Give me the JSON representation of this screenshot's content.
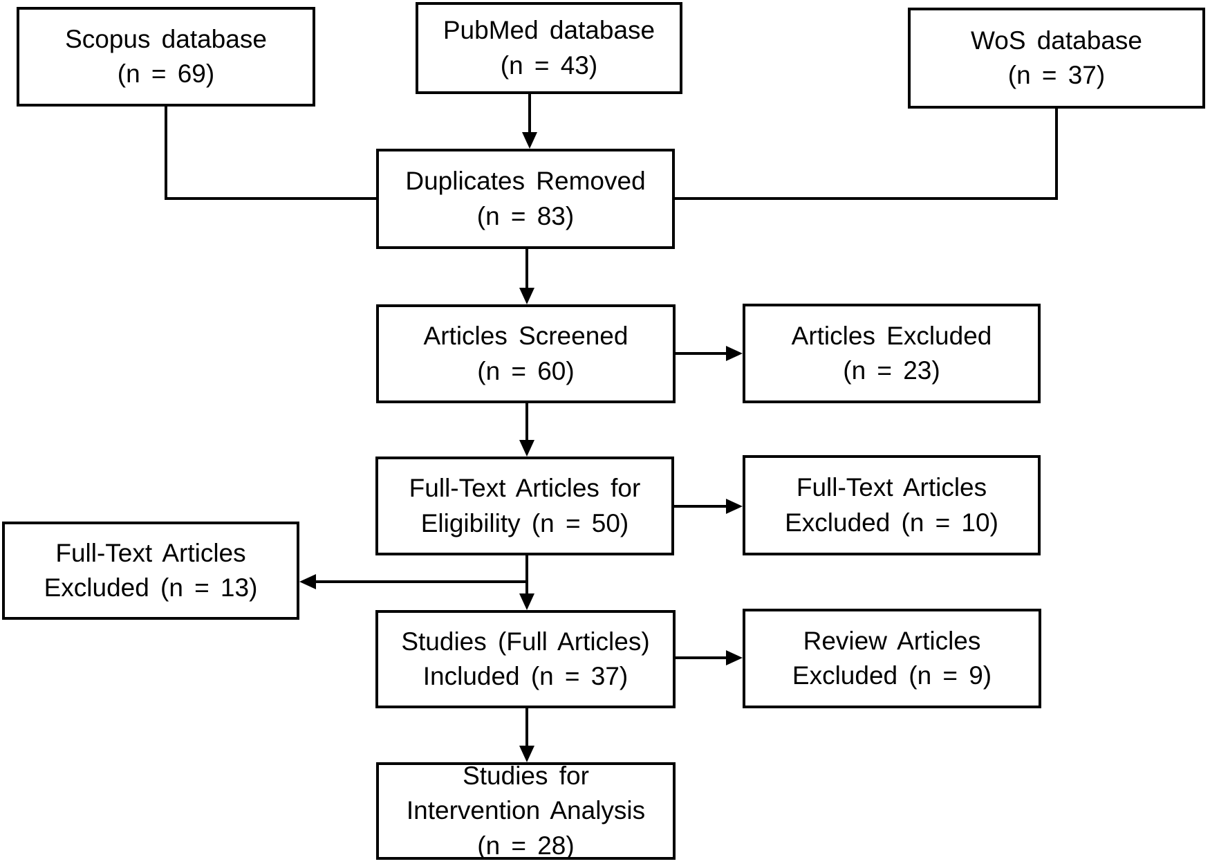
{
  "diagram": {
    "type": "flowchart",
    "background_color": "#ffffff",
    "line_color": "#000000",
    "text_color": "#000000",
    "box_fill_color": "#ffffff"
  },
  "nodes": {
    "scopus": {
      "label": "Scopus database\n(n = 69)"
    },
    "pubmed": {
      "label": "PubMed database\n(n = 43)"
    },
    "wos": {
      "label": "WoS database\n(n = 37)"
    },
    "duplicates": {
      "label": "Duplicates Removed\n(n = 83)"
    },
    "screened": {
      "label": "Articles Screened\n(n = 60)"
    },
    "excluded23": {
      "label": "Articles Excluded\n(n = 23)"
    },
    "eligibility": {
      "label": "Full-Text Articles for\nEligibility (n = 50)"
    },
    "excluded10": {
      "label": "Full-Text Articles\nExcluded (n = 10)"
    },
    "excluded13": {
      "label": "Full-Text Articles\nExcluded (n = 13)"
    },
    "included37": {
      "label": "Studies (Full Articles)\nIncluded (n = 37)"
    },
    "excluded9": {
      "label": "Review Articles\nExcluded (n = 9)"
    },
    "intervention": {
      "label": "Studies for\nIntervention Analysis\n(n = 28)"
    }
  },
  "connections": [
    {
      "from": "scopus",
      "to": "duplicates",
      "style": "elbow-no-arrow"
    },
    {
      "from": "pubmed",
      "to": "duplicates",
      "style": "arrow-down"
    },
    {
      "from": "wos",
      "to": "duplicates",
      "style": "elbow-no-arrow"
    },
    {
      "from": "duplicates",
      "to": "screened",
      "style": "arrow-down"
    },
    {
      "from": "screened",
      "to": "excluded23",
      "style": "arrow-right"
    },
    {
      "from": "screened",
      "to": "eligibility",
      "style": "arrow-down"
    },
    {
      "from": "eligibility",
      "to": "excluded10",
      "style": "arrow-right"
    },
    {
      "from": "eligibility",
      "to": "excluded13",
      "style": "arrow-left-branch"
    },
    {
      "from": "eligibility",
      "to": "included37",
      "style": "arrow-down"
    },
    {
      "from": "included37",
      "to": "excluded9",
      "style": "arrow-right"
    },
    {
      "from": "included37",
      "to": "intervention",
      "style": "arrow-down"
    }
  ]
}
